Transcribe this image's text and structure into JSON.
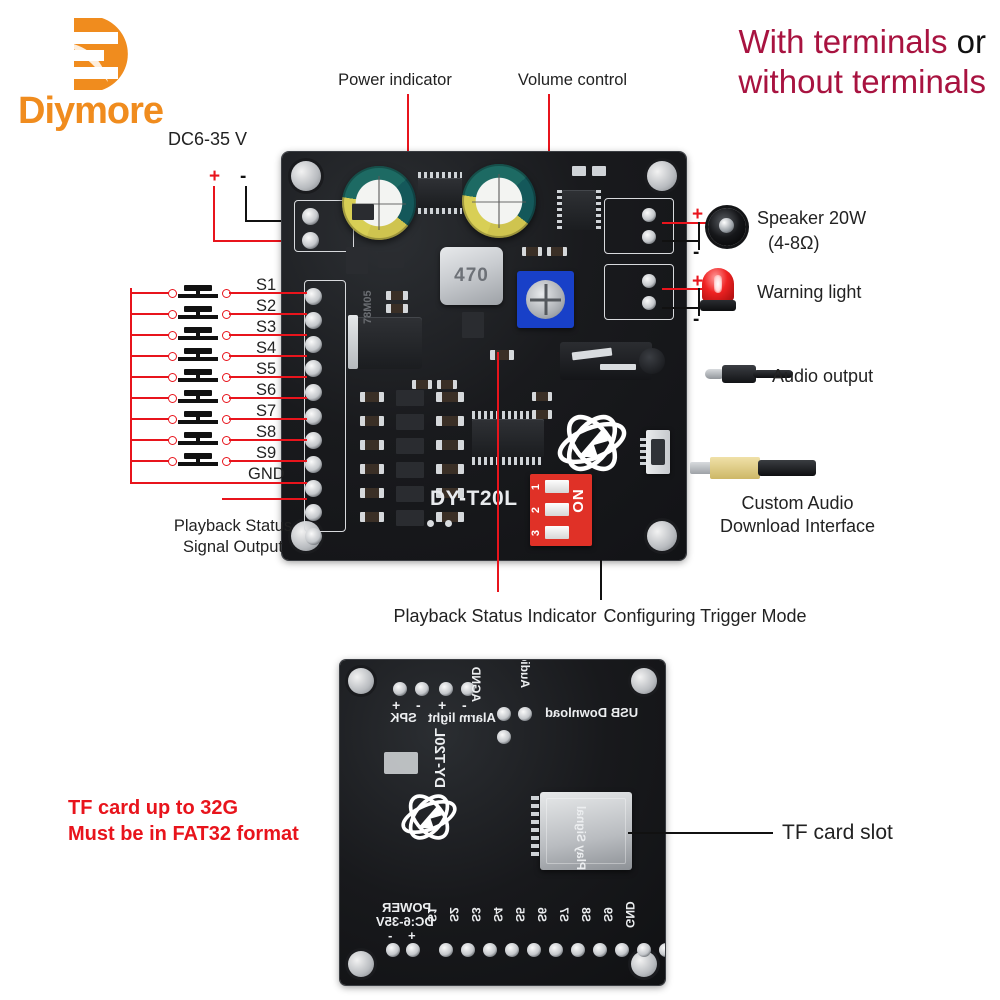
{
  "brand": {
    "name": "Diymore",
    "logo_icon": "diymore-d-logo",
    "color": "#F08C1E"
  },
  "headline": {
    "line1_a": "With terminals ",
    "line1_b": "or",
    "line2": "without terminals",
    "color": "#A81340"
  },
  "top_board": {
    "silk_model": "DY-T20L",
    "inductor_marking": "470",
    "regulator_marking": "78M05",
    "logo_icon": "dy-atom-logo",
    "dip": {
      "numbers": [
        "1",
        "2",
        "3"
      ],
      "on_label": "ON"
    },
    "power_input": {
      "voltage_label": "DC6-35 V",
      "plus": "+",
      "minus": "-"
    },
    "left_pins": [
      "S1",
      "S2",
      "S3",
      "S4",
      "S5",
      "S6",
      "S7",
      "S8",
      "S9",
      "GND"
    ],
    "callouts": {
      "power_indicator": "Power indicator",
      "volume_control": "Volume control",
      "playback_status_signal_output": "Playback Status\nSignal Output",
      "playback_status_indicator": "Playback Status Indicator",
      "configuring_trigger_mode": "Configuring Trigger Mode",
      "speaker": "Speaker 20W",
      "speaker_impedance": "(4-8Ω)",
      "warning_light": "Warning light",
      "audio_output": "Audio output",
      "custom_audio_download": "Custom Audio\nDownload Interface"
    }
  },
  "bottom_board": {
    "silk_model": "DY-T20L",
    "logo_icon": "dy-atom-logo",
    "silk_labels": {
      "spk": "SPK",
      "alarm_light": "Alarm light",
      "agnd": "AGND",
      "audio_output": "Audio Output",
      "usb_download": "USB Download",
      "power": "POWER",
      "power_voltage": "DC:6-35V",
      "play_signal": "Play Signal",
      "gnd": "GND",
      "plus": "+",
      "minus": "-"
    },
    "pin_names": [
      "S1",
      "S2",
      "S3",
      "S4",
      "S5",
      "S6",
      "S7",
      "S8",
      "S9"
    ],
    "callouts": {
      "tf_card_slot": "TF card slot",
      "tf_note": "TF card up to 32G\nMust be in FAT32 format"
    },
    "note_color": "#E8141C"
  }
}
